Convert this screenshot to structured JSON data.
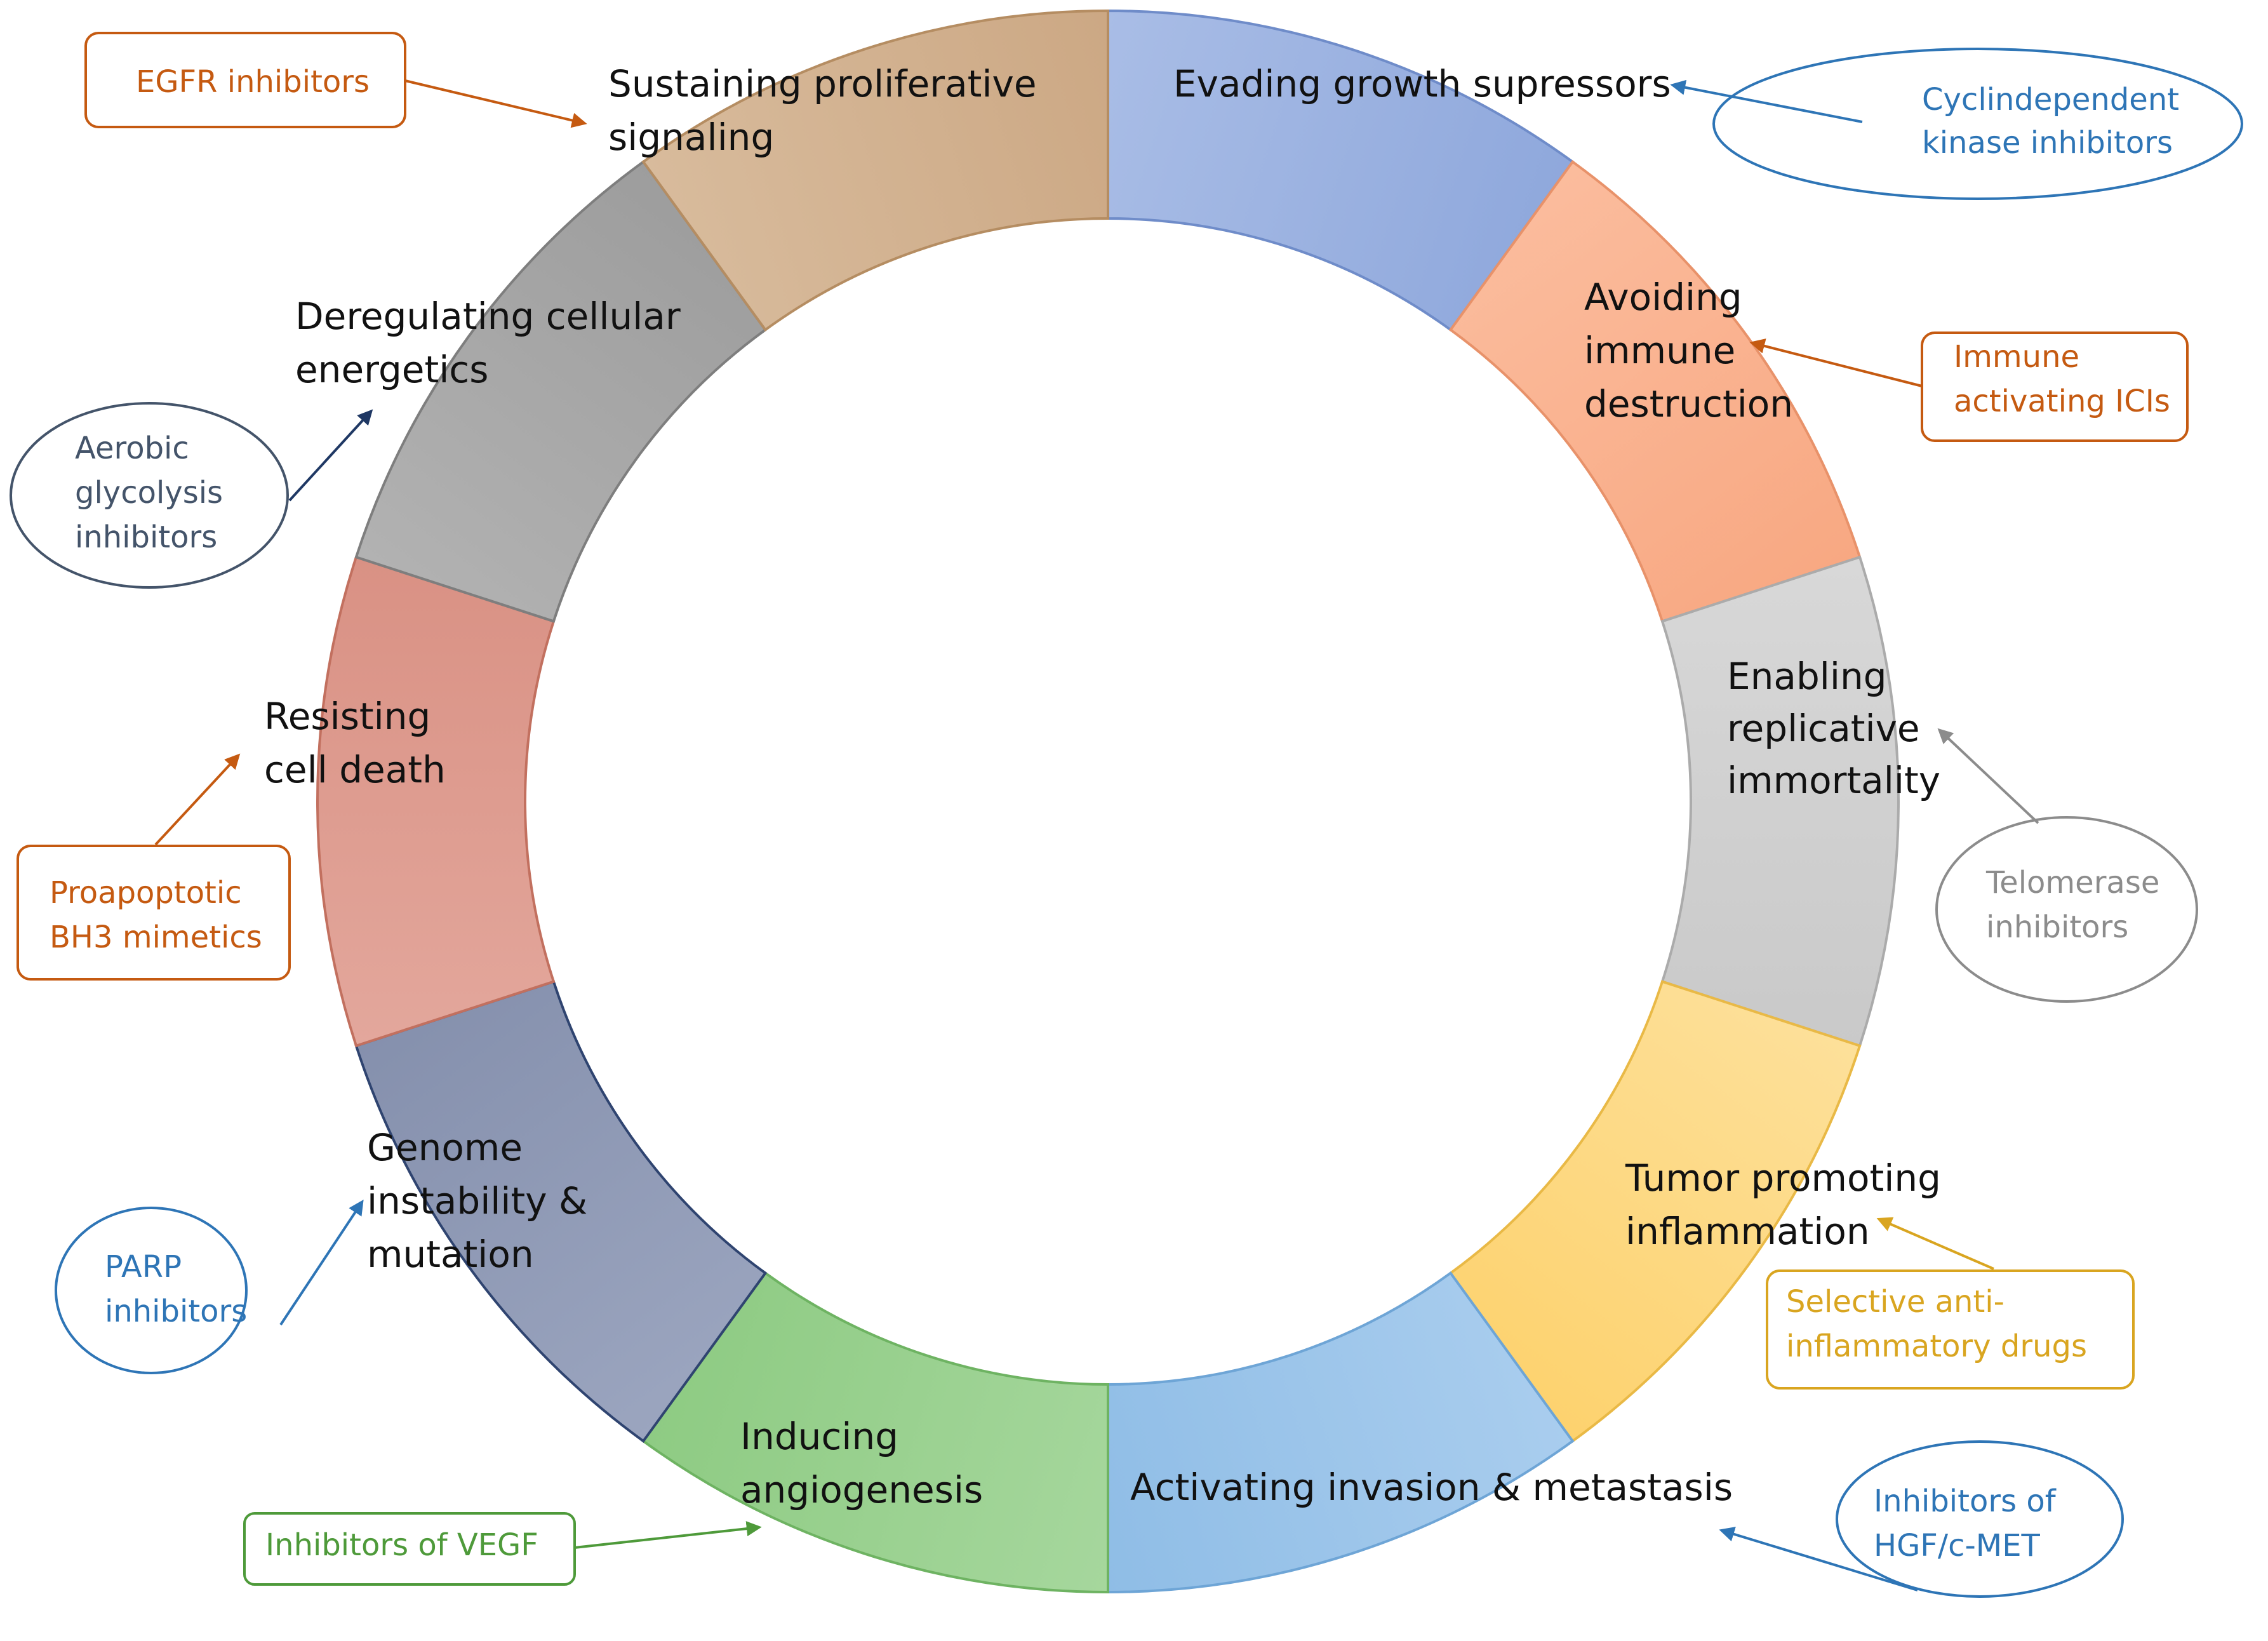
{
  "hallmarks": [
    {
      "id": "evading-growth-suppressors",
      "label_lines": [
        "Evading growth supressors"
      ],
      "fill": "#8fa8dc",
      "fill_light": "#a9bde6",
      "stroke": "#6f8cc9"
    },
    {
      "id": "avoiding-immune-destruction",
      "label_lines": [
        "Avoiding",
        "immune",
        "destruction"
      ],
      "fill": "#f8a882",
      "fill_light": "#fbbc9d",
      "stroke": "#e8926a"
    },
    {
      "id": "enabling-replicative-immortality",
      "label_lines": [
        "Enabling",
        "replicative",
        "immortality"
      ],
      "fill": "#c9c9c9",
      "fill_light": "#d8d8d8",
      "stroke": "#ababab"
    },
    {
      "id": "tumor-promoting-inflammation",
      "label_lines": [
        "Tumor promoting",
        "inflammation"
      ],
      "fill": "#fdd26e",
      "fill_light": "#fde09a",
      "stroke": "#e9b946"
    },
    {
      "id": "activating-invasion-metastasis",
      "label_lines": [
        "Activating invasion & metastasis"
      ],
      "fill": "#8fbde6",
      "fill_light": "#a9cdee",
      "stroke": "#6ea5d6"
    },
    {
      "id": "inducing-angiogenesis",
      "label_lines": [
        "Inducing",
        "angiogenesis"
      ],
      "fill": "#8ecb83",
      "fill_light": "#a6d79d",
      "stroke": "#6eb362"
    },
    {
      "id": "genome-instability-mutation",
      "label_lines": [
        "Genome",
        "instability &",
        "mutation"
      ],
      "fill": "#8590ad",
      "fill_light": "#9ba5bf",
      "stroke": "#2f4470"
    },
    {
      "id": "resisting-cell-death",
      "label_lines": [
        "Resisting",
        "cell death"
      ],
      "fill": "#d99184",
      "fill_light": "#e3a79c",
      "stroke": "#c2705f"
    },
    {
      "id": "deregulating-cellular-energetics",
      "label_lines": [
        "Deregulating cellular",
        "energetics"
      ],
      "fill": "#9d9d9d",
      "fill_light": "#b2b2b2",
      "stroke": "#7e7e7e"
    },
    {
      "id": "sustaining-proliferative-signaling",
      "label_lines": [
        "Sustaining proliferative",
        "signaling"
      ],
      "fill": "#cca884",
      "fill_light": "#d8bb9c",
      "stroke": "#b58d62"
    }
  ],
  "inhibitors": [
    {
      "id": "egfr-inhibitors",
      "shape": "rect",
      "label_lines": [
        "EGFR inhibitors"
      ],
      "color": "#c55a11",
      "target": "sustaining-proliferative-signaling"
    },
    {
      "id": "cyclin-dependent-kinase-inhibitors",
      "shape": "ellipse",
      "label_lines": [
        "Cyclindependent",
        "kinase inhibitors"
      ],
      "color": "#2e75b6",
      "target": "evading-growth-suppressors"
    },
    {
      "id": "immune-activating-icis",
      "shape": "rect",
      "label_lines": [
        "Immune",
        "activating ICIs"
      ],
      "color": "#c55a11",
      "target": "avoiding-immune-destruction"
    },
    {
      "id": "telomerase-inhibitors",
      "shape": "ellipse",
      "label_lines": [
        "Telomerase",
        "inhibitors"
      ],
      "color": "#8c8c8c",
      "target": "enabling-replicative-immortality"
    },
    {
      "id": "selective-anti-inflammatory-drugs",
      "shape": "rect",
      "label_lines": [
        "Selective anti-",
        "inflammatory drugs"
      ],
      "color": "#d9a520",
      "target": "tumor-promoting-inflammation"
    },
    {
      "id": "inhibitors-of-hgf-cmet",
      "shape": "ellipse",
      "label_lines": [
        "Inhibitors of",
        "HGF/c-MET"
      ],
      "color": "#2e75b6",
      "target": "activating-invasion-metastasis"
    },
    {
      "id": "inhibitors-of-vegf",
      "shape": "rect",
      "label_lines": [
        "Inhibitors of VEGF"
      ],
      "color": "#4e9a3a",
      "target": "inducing-angiogenesis"
    },
    {
      "id": "parp-inhibitors",
      "shape": "ellipse",
      "label_lines": [
        "PARP",
        "inhibitors"
      ],
      "color": "#2e75b6",
      "target": "genome-instability-mutation"
    },
    {
      "id": "proapoptotic-bh3-mimetics",
      "shape": "rect",
      "label_lines": [
        "Proapoptotic",
        "BH3 mimetics"
      ],
      "color": "#c55a11",
      "target": "resisting-cell-death"
    },
    {
      "id": "aerobic-glycolysis-inhibitors",
      "shape": "ellipse",
      "label_lines": [
        "Aerobic",
        "glycolysis",
        "inhibitors"
      ],
      "color": "#44546a",
      "arrow_color": "#1f3864",
      "target": "deregulating-cellular-energetics"
    }
  ]
}
